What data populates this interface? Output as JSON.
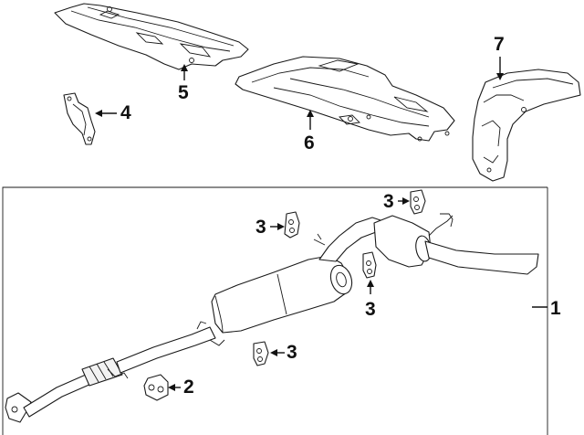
{
  "diagram": {
    "callouts": [
      {
        "id": "callout-1",
        "number": "1"
      },
      {
        "id": "callout-2",
        "number": "2"
      },
      {
        "id": "callout-3a",
        "number": "3"
      },
      {
        "id": "callout-3b",
        "number": "3"
      },
      {
        "id": "callout-3c",
        "number": "3"
      },
      {
        "id": "callout-3d",
        "number": "3"
      },
      {
        "id": "callout-4",
        "number": "4"
      },
      {
        "id": "callout-5",
        "number": "5"
      },
      {
        "id": "callout-6",
        "number": "6"
      },
      {
        "id": "callout-7",
        "number": "7"
      }
    ],
    "colors": {
      "ink": "#1a1a1a",
      "background": "#ffffff"
    }
  }
}
